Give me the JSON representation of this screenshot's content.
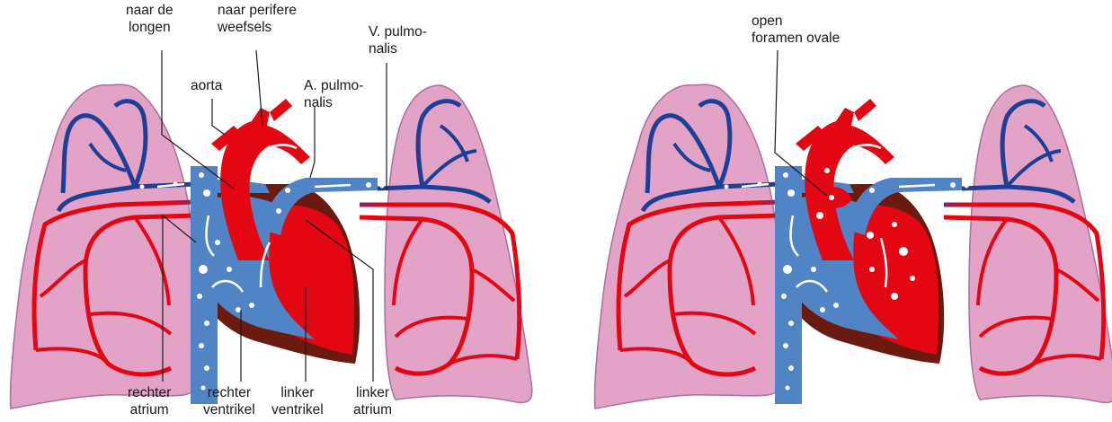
{
  "left_panel": {
    "labels": {
      "naar_longen": [
        "naar de",
        "longen"
      ],
      "naar_perifere": [
        "naar perifere",
        "weefsels"
      ],
      "aorta": [
        "aorta"
      ],
      "a_pulmonalis": [
        "A. pulmo-",
        "nalis"
      ],
      "v_pulmonalis": [
        "V. pulmo-",
        "nalis"
      ],
      "rechter_atrium": [
        "rechter",
        "atrium"
      ],
      "rechter_ventrikel": [
        "rechter",
        "ventrikel"
      ],
      "linker_ventrikel": [
        "linker",
        "ventrikel"
      ],
      "linker_atrium": [
        "linker",
        "atrium"
      ]
    }
  },
  "right_panel": {
    "labels": {
      "open_foramen": [
        "open",
        "foramen ovale"
      ]
    }
  },
  "colors": {
    "lung_fill": "#e2a3c6",
    "lung_stroke": "#a8709a",
    "arterial_red": "#e30613",
    "venous_blue": "#5084c4",
    "vessel_blue_dark": "#1d3f95",
    "heart_dark": "#6b1a10",
    "text": "#1a1a1a"
  }
}
